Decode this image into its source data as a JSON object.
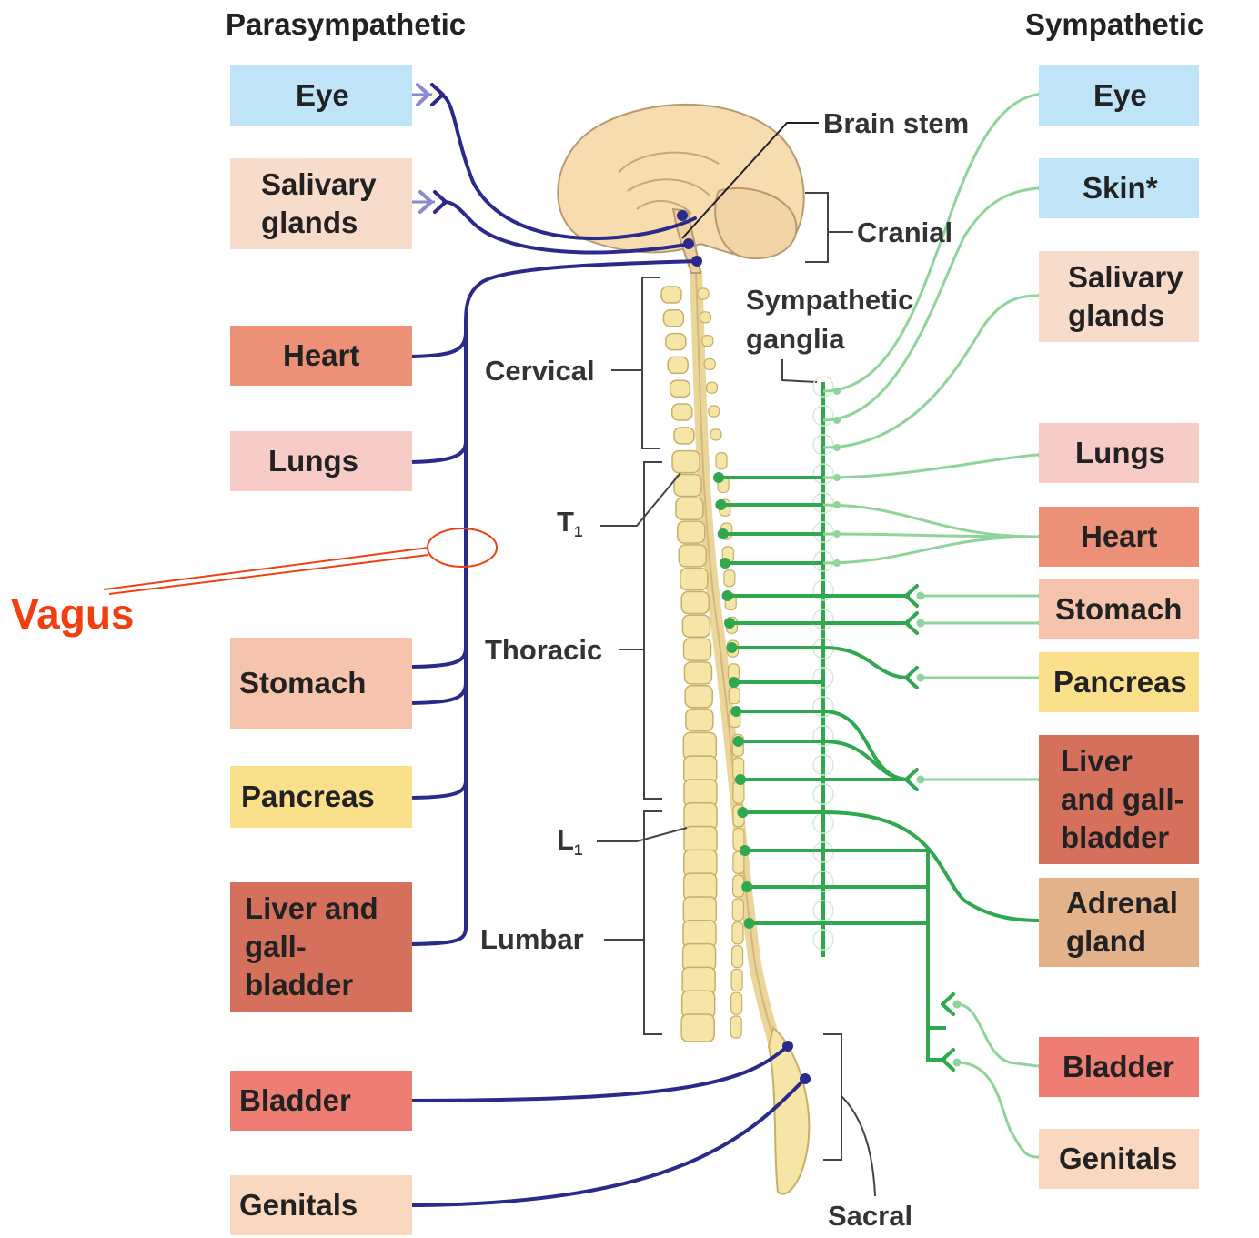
{
  "headers": {
    "left": "Parasympathetic",
    "right": "Sympathetic"
  },
  "palette": {
    "parasympathetic_nerve": "#2a2a8c",
    "sympathetic_nerve": "#2fa84f",
    "sympathetic_light": "#8fd49a",
    "annotation": "#f04010",
    "spine": "#f5e6a8",
    "brain": "#f7dcb0"
  },
  "parasympathetic_organs": [
    {
      "label": "Eye",
      "color": "#bfe3f7"
    },
    {
      "label": "Salivary\nglands",
      "color": "#f8dccb"
    },
    {
      "label": "Heart",
      "color": "#ec9078"
    },
    {
      "label": "Lungs",
      "color": "#f7ccc6"
    },
    {
      "label": "Stomach",
      "color": "#f6c3ad"
    },
    {
      "label": "Pancreas",
      "color": "#fbe08c"
    },
    {
      "label": "Liver and\ngall-\nbladder",
      "color": "#d4705c"
    },
    {
      "label": "Bladder",
      "color": "#ee7d73"
    },
    {
      "label": "Genitals",
      "color": "#f9d8bf"
    }
  ],
  "sympathetic_organs": [
    {
      "label": "Eye",
      "color": "#bfe3f7"
    },
    {
      "label": "Skin*",
      "color": "#bfe3f7"
    },
    {
      "label": "Salivary\nglands",
      "color": "#f8dccb"
    },
    {
      "label": "Lungs",
      "color": "#f7ccc6"
    },
    {
      "label": "Heart",
      "color": "#ec9078"
    },
    {
      "label": "Stomach",
      "color": "#f6c3ad"
    },
    {
      "label": "Pancreas",
      "color": "#fbe08c"
    },
    {
      "label": "Liver\nand gall-\nbladder",
      "color": "#d4705c"
    },
    {
      "label": "Adrenal\ngland",
      "color": "#e3b28a"
    },
    {
      "label": "Bladder",
      "color": "#ee7d73"
    },
    {
      "label": "Genitals",
      "color": "#f9d8bf"
    }
  ],
  "labels": {
    "brain_stem": "Brain stem",
    "cranial": "Cranial",
    "sympathetic_ganglia": "Sympathetic\nganglia",
    "cervical": "Cervical",
    "t1": "T",
    "t1_sub": "1",
    "thoracic": "Thoracic",
    "l1": "L",
    "l1_sub": "1",
    "lumbar": "Lumbar",
    "sacral": "Sacral"
  },
  "annotation": {
    "text": "Vagus"
  },
  "icons": {
    "nerve_ending": "synapse-fork-icon",
    "ganglion": "ganglion-dot-icon"
  }
}
